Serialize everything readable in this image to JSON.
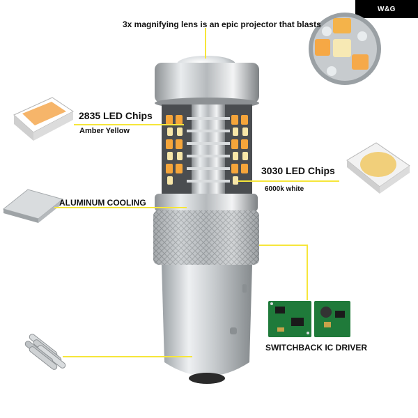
{
  "brand": {
    "logo": "W&G"
  },
  "labels": {
    "lens": "3x magnifying lens is an epic projector that blasts",
    "chips_2835": "2835 LED Chips",
    "chips_2835_color": "Amber Yellow",
    "chips_3030": "3030 LED Chips",
    "chips_3030_color": "6000k white",
    "aluminum": "ALUMINUM COOLING",
    "driver": "SWITCHBACK IC DRIVER"
  },
  "colors": {
    "callout_line": "#f6e63a",
    "amber": "#f5a53a",
    "white_led": "#f7e6a8",
    "aluminum": "#c9ccce"
  }
}
